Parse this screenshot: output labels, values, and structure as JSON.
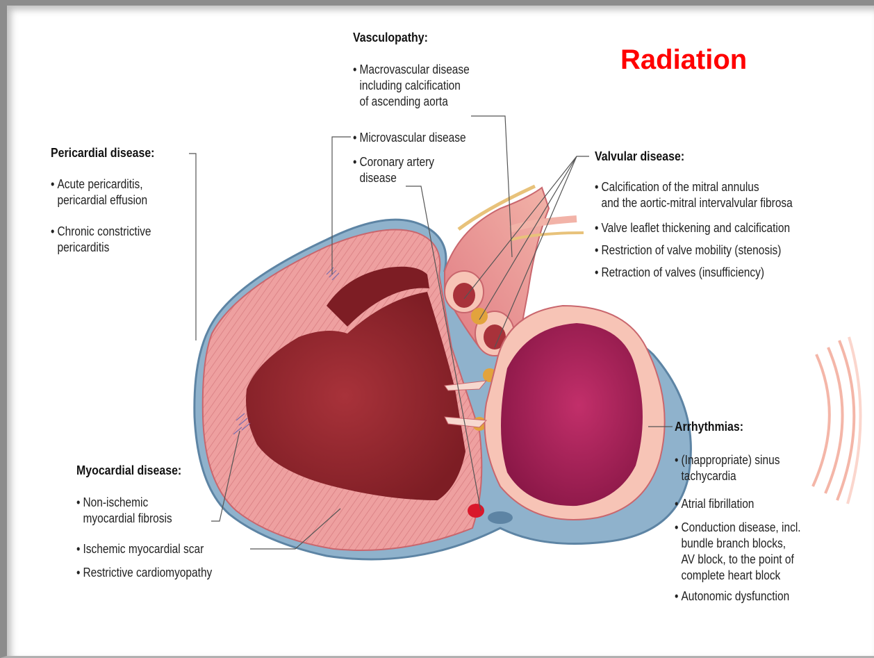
{
  "title": "Radiation",
  "vasculopathy": {
    "heading": "Vasculopathy:",
    "items": [
      [
        "Macrovascular disease",
        "including calcification",
        "of ascending aorta"
      ],
      [
        "Microvascular disease"
      ],
      [
        "Coronary artery",
        "disease"
      ]
    ]
  },
  "pericardial": {
    "heading": "Pericardial disease:",
    "items": [
      [
        "Acute pericarditis,",
        "pericardial effusion"
      ],
      [
        "Chronic constrictive",
        "pericarditis"
      ]
    ]
  },
  "valvular": {
    "heading": "Valvular disease:",
    "items": [
      [
        "Calcification of the mitral annulus",
        "and the aortic-mitral intervalvular fibrosa"
      ],
      [
        "Valve leaflet thickening and calcification"
      ],
      [
        "Restriction of valve mobility (stenosis)"
      ],
      [
        "Retraction of valves (insufficiency)"
      ]
    ]
  },
  "myocardial": {
    "heading": "Myocardial disease:",
    "items": [
      [
        "Non-ischemic",
        "myocardial fibrosis"
      ],
      [
        "Ischemic myocardial scar"
      ],
      [
        "Restrictive cardiomyopathy"
      ]
    ]
  },
  "arrhythmias": {
    "heading": "Arrhythmias:",
    "items": [
      [
        "(Inappropriate) sinus",
        "tachycardia"
      ],
      [
        "Atrial fibrillation"
      ],
      [
        "Conduction disease, incl.",
        "bundle branch blocks,",
        "AV block, to the point of",
        "complete heart block"
      ],
      [
        "Autonomic dysfunction"
      ]
    ]
  }
}
